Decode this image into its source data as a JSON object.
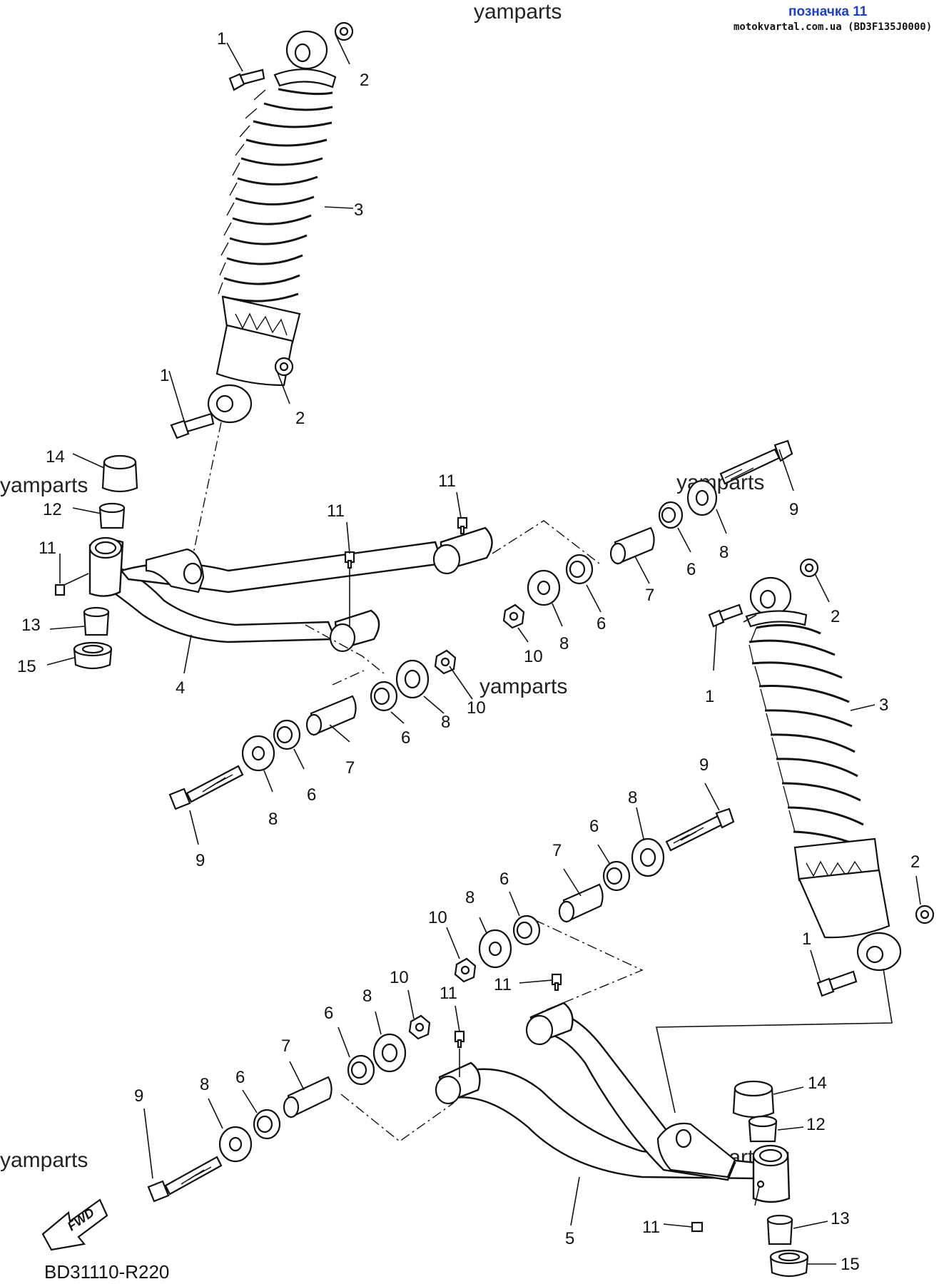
{
  "header": {
    "title": "позначка 11",
    "source": "motokvartal.com.ua (BD3F135J0000)"
  },
  "watermarks": [
    "yamparts",
    "yamparts",
    "yamparts",
    "yamparts",
    "yamparts",
    "yamparts"
  ],
  "diagram_code": "BD31110-R220",
  "fwd_label": "FWD",
  "callouts": {
    "top_shock_bolt": "1",
    "top_shock_collar": "2",
    "top_shock": "3",
    "top_shock_lower_bolt": "1",
    "top_shock_lower_collar": "2",
    "cap_upper": "14",
    "bush_upper": "12",
    "nipple_upper_left": "11",
    "bush_lower_left": "13",
    "seal_left": "15",
    "arm_upper": "4",
    "nipple_mid": "11",
    "nipple_top_right": "11",
    "bolt_right": "9",
    "washer_right": "8",
    "collar_right": "6",
    "spacer_right": "7",
    "collar_right2": "6",
    "washer_right2": "8",
    "nut_right": "10",
    "nut_mid": "10",
    "washer_mid": "8",
    "collar_mid": "6",
    "spacer_mid": "7",
    "collar_mid2": "6",
    "washer_mid2": "8",
    "bolt_left_mid": "9",
    "right_shock_collar_top": "2",
    "right_shock_bolt_top": "1",
    "right_shock": "3",
    "lower_bolt_right": "9",
    "lower_washer_right": "8",
    "lower_collar_right": "6",
    "lower_spacer_right": "7",
    "lower_collar_right2": "6",
    "lower_washer_right2": "8",
    "lower_nut_right": "10",
    "right_shock_collar_bottom": "2",
    "right_shock_bolt_bottom": "1",
    "lower_nipple_right": "11",
    "lower_nipple_left": "11",
    "lower_nut_left": "10",
    "lower_washer_left": "8",
    "lower_collar_left": "6",
    "lower_spacer_left": "7",
    "lower_collar_left2": "6",
    "lower_washer_left2": "8",
    "lower_bolt_left": "9",
    "cap_lower": "14",
    "bush_lower_upper": "12",
    "bush_lower_lower": "13",
    "seal_lower": "15",
    "arm_lower": "5",
    "nipple_lower_bottom": "11"
  }
}
